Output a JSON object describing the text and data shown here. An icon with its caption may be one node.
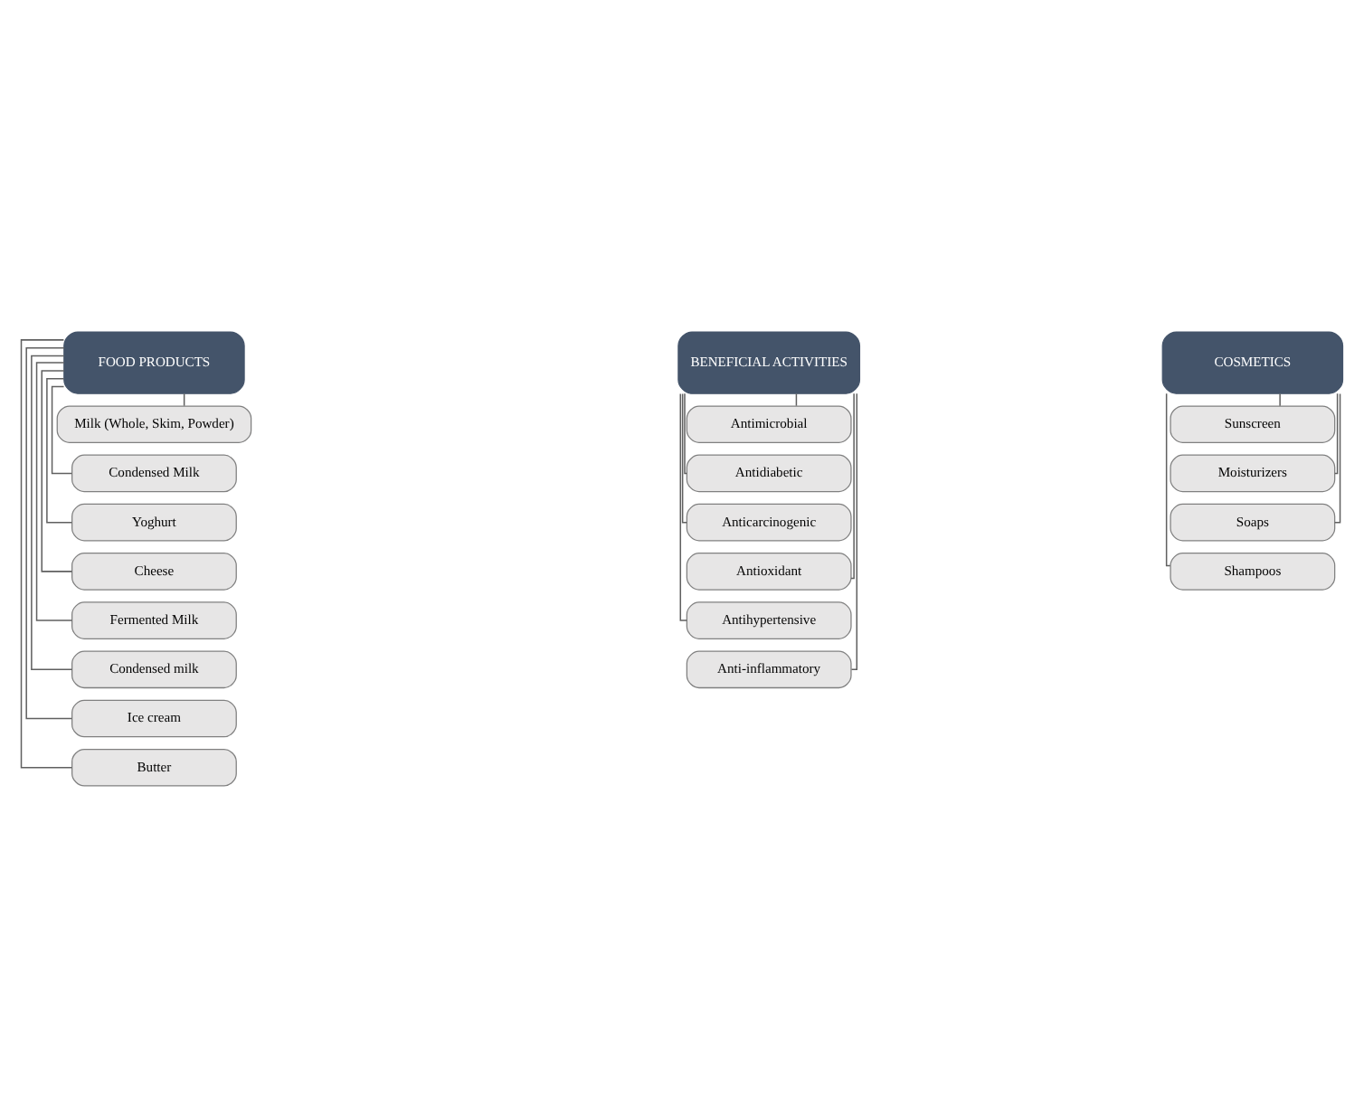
{
  "diagram": {
    "nodes": [
      {
        "text": [
          "FOOD PRODUCTS"
        ]
      },
      {
        "text": [
          "Milk (Whole, Skim, Powder)"
        ]
      },
      {
        "text": [
          "Condensed Milk"
        ]
      },
      {
        "text": [
          "Yoghurt"
        ]
      },
      {
        "text": [
          "Cheese"
        ]
      },
      {
        "text": [
          "Fermented Milk"
        ]
      },
      {
        "text": [
          "Condensed milk"
        ]
      },
      {
        "text": [
          "Ice cream"
        ]
      },
      {
        "text": [
          "Butter"
        ]
      },
      {
        "text": [
          "BENEFICIAL ACTIVITIES"
        ]
      },
      {
        "text": [
          "Antimicrobial"
        ]
      },
      {
        "text": [
          "Antidiabetic"
        ]
      },
      {
        "text": [
          "Anticarcinogenic"
        ]
      },
      {
        "text": [
          "Antioxidant"
        ]
      },
      {
        "text": [
          "Antihypertensive"
        ]
      },
      {
        "text": [
          "Anti-inflammatory"
        ]
      },
      {
        "text": [
          "COSMETICS"
        ]
      },
      {
        "text": [
          "Sunscreen"
        ]
      },
      {
        "text": [
          "Moisturizers"
        ]
      },
      {
        "text": [
          "Soaps"
        ]
      },
      {
        "text": [
          "Shampoos"
        ]
      }
    ],
    "edges": [
      {
        "from": 0,
        "to": 1,
        "arrow": "none"
      },
      {
        "from": 0,
        "to": 2,
        "arrow": "none"
      },
      {
        "from": 0,
        "to": 3,
        "arrow": "none"
      },
      {
        "from": 0,
        "to": 4,
        "arrow": "none"
      },
      {
        "from": 0,
        "to": 5,
        "arrow": "none"
      },
      {
        "from": 0,
        "to": 6,
        "arrow": "none"
      },
      {
        "from": 0,
        "to": 7,
        "arrow": "none"
      },
      {
        "from": 0,
        "to": 8,
        "arrow": "none"
      },
      {
        "from": 9,
        "to": 10,
        "arrow": "none"
      },
      {
        "from": 9,
        "to": 11,
        "arrow": "none"
      },
      {
        "from": 9,
        "to": 12,
        "arrow": "none"
      },
      {
        "from": 9,
        "to": 13,
        "arrow": "none"
      },
      {
        "from": 9,
        "to": 14,
        "arrow": "none"
      },
      {
        "from": 9,
        "to": 15,
        "arrow": "none"
      },
      {
        "from": 16,
        "to": 17,
        "arrow": "none"
      },
      {
        "from": 16,
        "to": 18,
        "arrow": "none"
      },
      {
        "from": 16,
        "to": 19,
        "arrow": "none"
      },
      {
        "from": 16,
        "to": 20,
        "arrow": "none"
      }
    ]
  }
}
